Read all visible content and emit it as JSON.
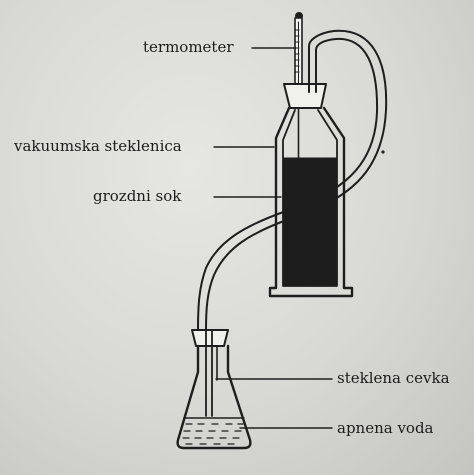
{
  "labels": {
    "thermometer": "termometer",
    "vacuum_flask": "vakuumska steklenica",
    "grape_juice": "grozdni sok",
    "glass_tube": "steklena cevka",
    "lime_water": "apnena voda"
  }
}
